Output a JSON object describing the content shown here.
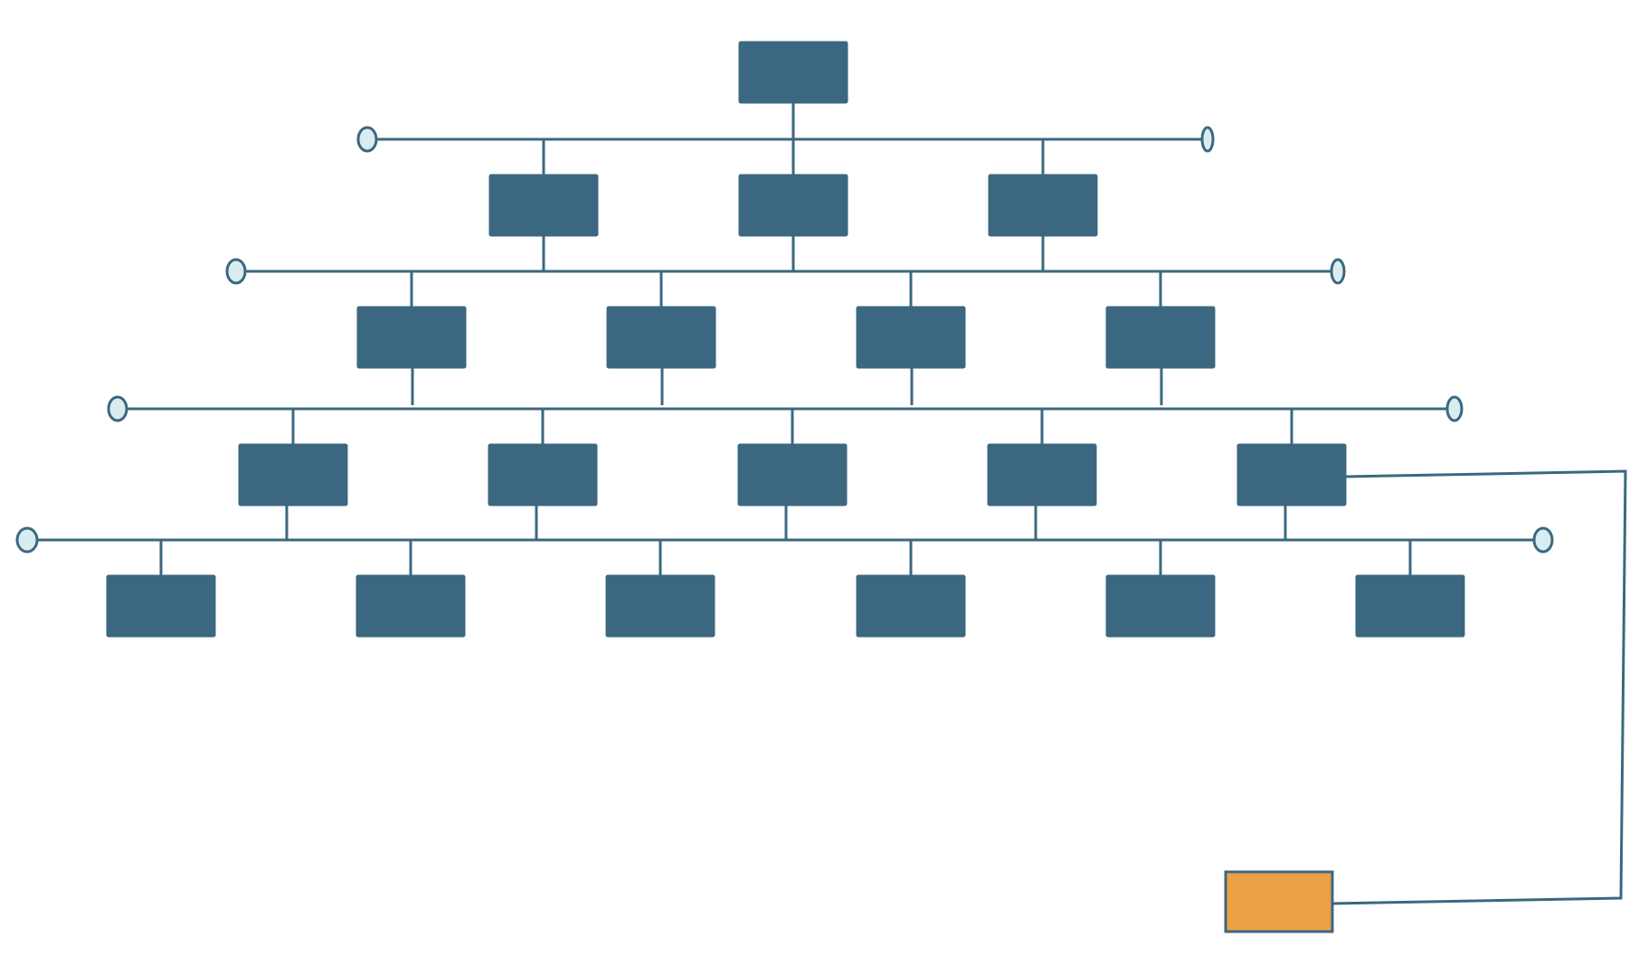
{
  "diagram": {
    "colors": {
      "node_fill": "#3b6880",
      "highlight_fill": "#eda045",
      "line": "#3b6880",
      "endpoint_fill": "#d9edf0",
      "background": "#ffffff"
    },
    "levels": [
      {
        "label": "",
        "node_count": 1
      },
      {
        "label": "",
        "node_count": 3
      },
      {
        "label": "",
        "node_count": 4
      },
      {
        "label": "",
        "node_count": 5
      },
      {
        "label": "",
        "node_count": 6
      }
    ],
    "bus_count": 5,
    "highlight_node": {
      "label": "",
      "linked_from_level": 4,
      "linked_from_node": 5
    }
  }
}
